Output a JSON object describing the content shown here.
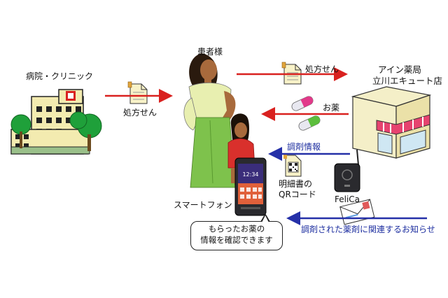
{
  "nodes": {
    "hospital_label": "病院・クリニック",
    "patient_label": "患者様",
    "pharmacy_label_line1": "アイン薬局",
    "pharmacy_label_line2": "立川エキュート店",
    "smartphone_label": "スマートフォン",
    "felica_label": "FeliCa",
    "phone_screen_time": "12:34"
  },
  "edges": {
    "prescription_to_patient": "処方せん",
    "prescription_to_pharmacy": "処方せん",
    "medicine_to_patient": "お薬",
    "dispensing_info": "調剤情報",
    "statement_qr_line1": "明細書の",
    "statement_qr_line2": "QRコード",
    "related_notice": "調剤された薬剤に関連するお知らせ"
  },
  "speech_bubble": {
    "line1": "もらったお薬の",
    "line2": "情報を確認できます"
  },
  "colors": {
    "red_arrow": "#d9211f",
    "blue_arrow": "#2530a8",
    "building": "#f3ebb0",
    "tree": "#1fa03a",
    "dress": "#7ec24c",
    "store_awning": "#e6436f",
    "store_wall": "#f4efc8"
  }
}
